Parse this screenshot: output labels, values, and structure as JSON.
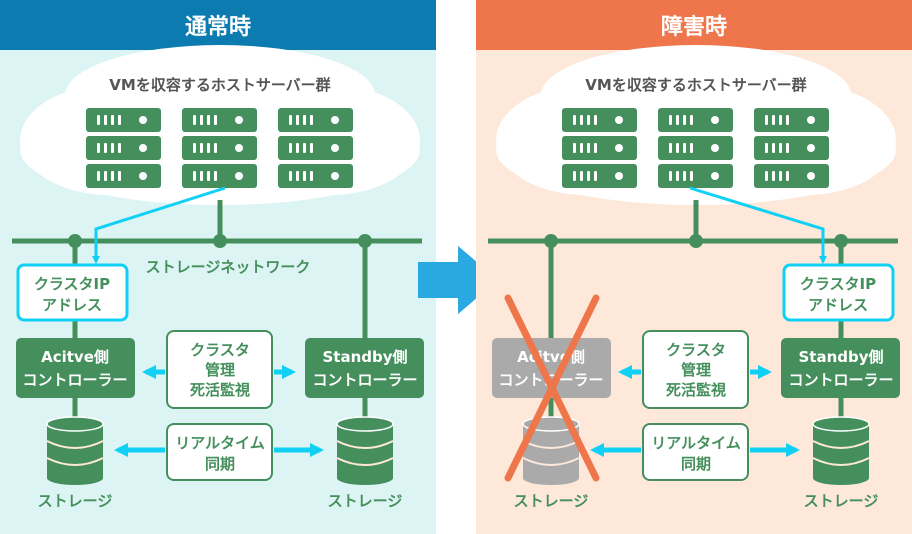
{
  "normal": {
    "title": "通常時",
    "cloud_label": "VMを収容するホストサーバー群",
    "network_label": "ストレージネットワーク",
    "cluster_ip": [
      "クラスタIP",
      "アドレス"
    ],
    "active_controller": [
      "Acitve側",
      "コントローラー"
    ],
    "standby_controller": [
      "Standby側",
      "コントローラー"
    ],
    "monitor_box": [
      "クラスタ",
      "管理",
      "死活監視"
    ],
    "sync_box": [
      "リアルタイム",
      "同期"
    ],
    "storage_left": "ストレージ",
    "storage_right": "ストレージ"
  },
  "failure": {
    "title": "障害時",
    "cloud_label": "VMを収容するホストサーバー群",
    "cluster_ip": [
      "クラスタIP",
      "アドレス"
    ],
    "active_controller": [
      "Acitve側",
      "コントローラー"
    ],
    "standby_controller": [
      "Standby側",
      "コントローラー"
    ],
    "monitor_box": [
      "クラスタ",
      "管理",
      "死活監視"
    ],
    "sync_box": [
      "リアルタイム",
      "同期"
    ],
    "storage_left": "ストレージ",
    "storage_right": "ストレージ"
  },
  "colors": {
    "normal_header": "#0b7bb0",
    "failure_header": "#ee764a",
    "normal_bg": "#ddf4f4",
    "failure_bg": "#fde8d9",
    "green": "#458f5d",
    "cyan": "#10d0f5",
    "gray": "#aaaaaa",
    "cross": "#ee764a",
    "transition_arrow": "#29a9e0"
  }
}
